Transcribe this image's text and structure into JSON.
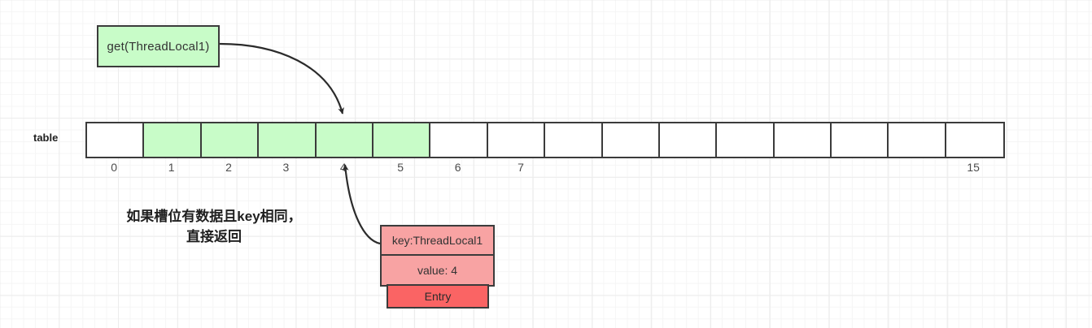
{
  "diagram": {
    "title_box": {
      "label": "get(ThreadLocal1)"
    },
    "table": {
      "label": "table",
      "slot_count": 16,
      "filled_slots": [
        1,
        2,
        3,
        4,
        5
      ],
      "index_labels": [
        "0",
        "1",
        "2",
        "3",
        "4",
        "5",
        "6",
        "7",
        "15"
      ],
      "index_positions": [
        0,
        1,
        2,
        3,
        4,
        5,
        6,
        7.1,
        15
      ]
    },
    "note": {
      "line1": "如果槽位有数据且key相同，",
      "line2": "直接返回"
    },
    "entry": {
      "key_label": "key:ThreadLocal1",
      "value_label": "value: 4",
      "footer_label": "Entry"
    },
    "colors": {
      "green_fill": "#c8fcc8",
      "pink_fill": "#f8a3a3",
      "red_fill": "#fa6464",
      "stroke": "#3b3b3b",
      "grid_minor": "#f5f5f5",
      "grid_major": "#ececec"
    },
    "arrows": {
      "call_to_slot": "get(ThreadLocal1) points to slot 4",
      "entry_to_slot": "Entry points to slot 4"
    }
  }
}
